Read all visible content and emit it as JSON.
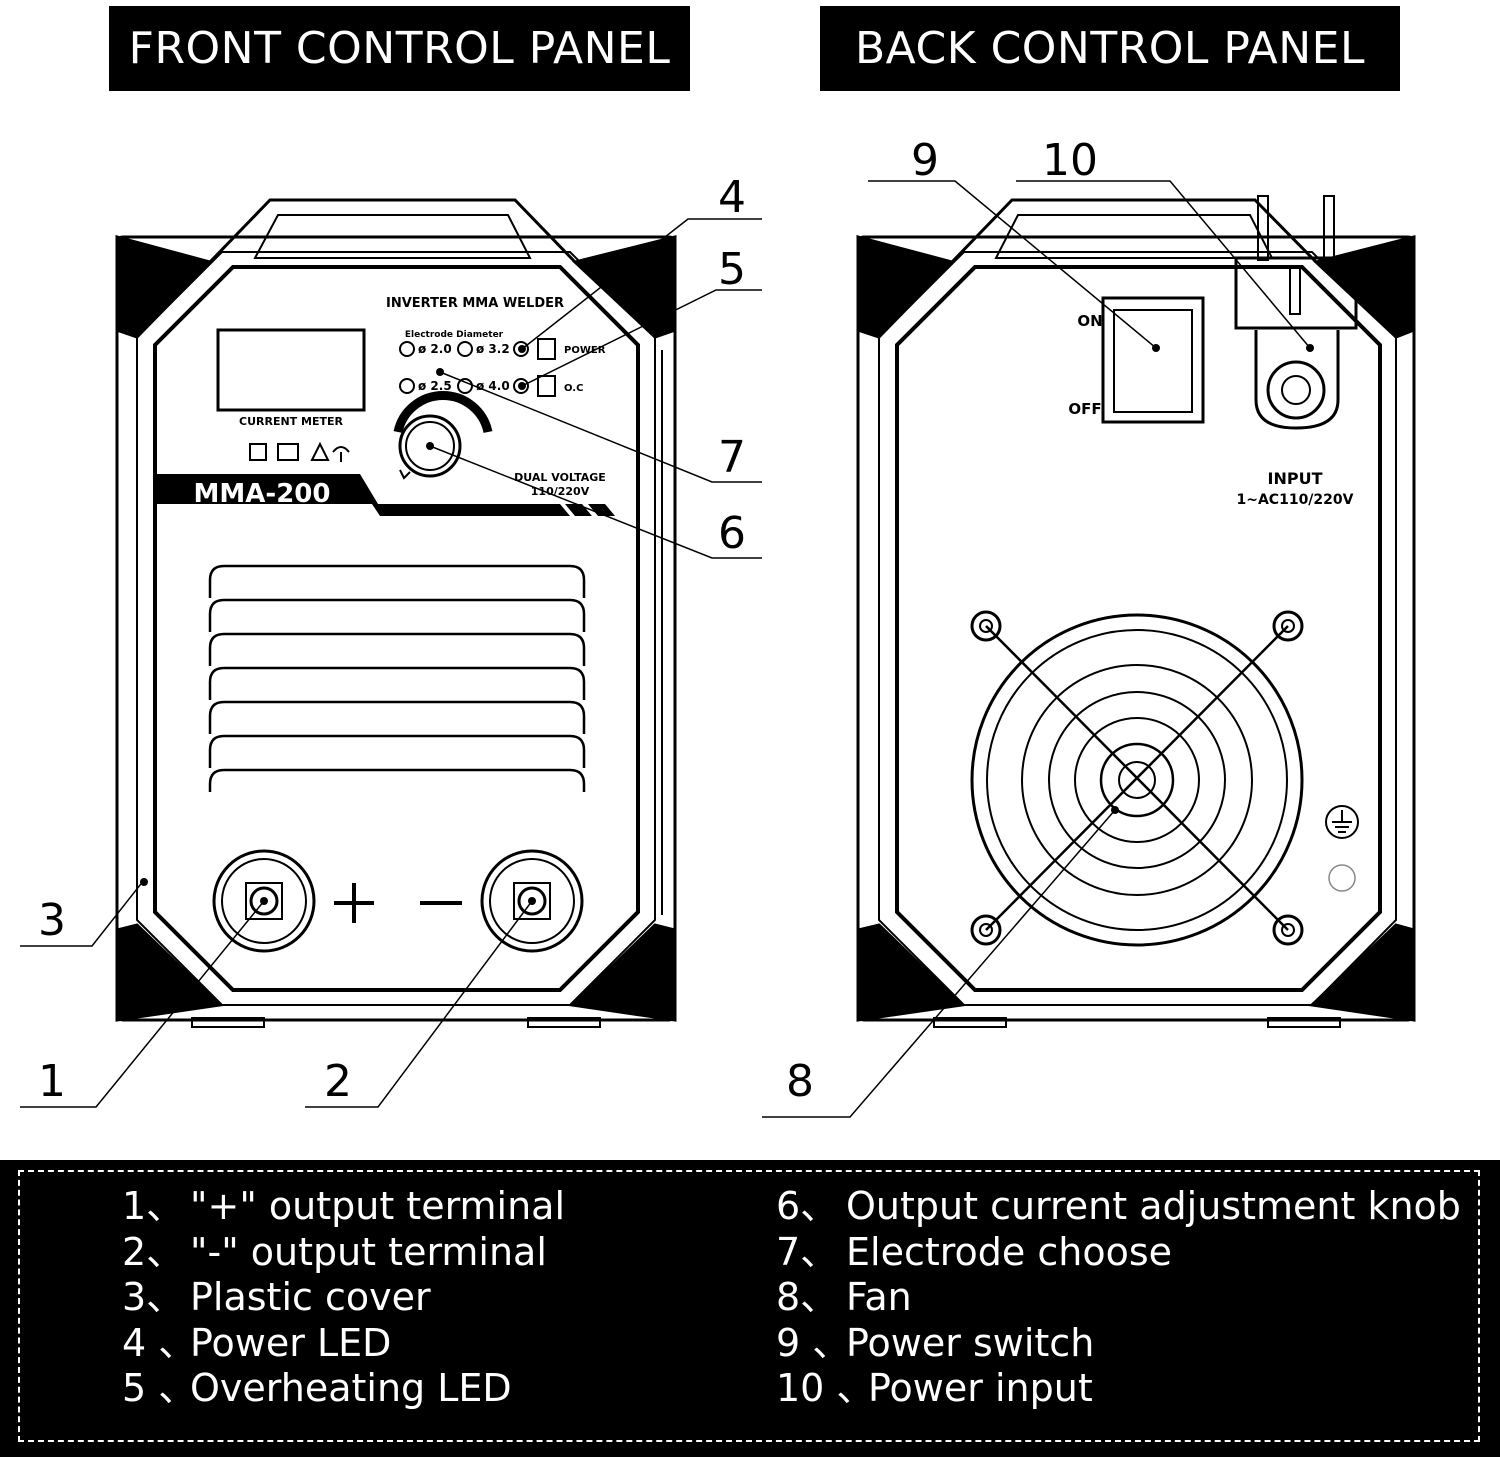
{
  "headers": {
    "front": "FRONT CONTROL PANEL",
    "back": "BACK CONTROL PANEL"
  },
  "front_panel": {
    "title": "INVERTER MMA WELDER",
    "electrode_label": "Electrode Diameter",
    "d1": "ø 2.0",
    "d2": "ø 3.2",
    "d3": "ø 2.5",
    "d4": "ø 4.0",
    "power": "POWER",
    "oc": "O.C",
    "meter": "CURRENT METER",
    "model": "MMA-200",
    "dual_voltage": "DUAL VOLTAGE",
    "voltage": "110/220V",
    "plus": "+",
    "minus": "—"
  },
  "back_panel": {
    "on": "ON",
    "off": "OFF",
    "input": "INPUT",
    "input_spec": "1~AC110/220V"
  },
  "callouts": [
    "1",
    "2",
    "3",
    "4",
    "5",
    "6",
    "7",
    "8",
    "9",
    "10"
  ],
  "legend": {
    "left": [
      {
        "num": "1、",
        "text": "\"+\" output terminal"
      },
      {
        "num": "2、",
        "text": "\"-\" output terminal"
      },
      {
        "num": "3、",
        "text": "Plastic cover"
      },
      {
        "num": "4 、",
        "text": "Power LED"
      },
      {
        "num": "5 、",
        "text": "Overheating LED"
      }
    ],
    "right": [
      {
        "num": "6、",
        "text": "Output current adjustment knob"
      },
      {
        "num": "7、",
        "text": "Electrode choose"
      },
      {
        "num": "8、",
        "text": "Fan"
      },
      {
        "num": "9 、",
        "text": "Power switch"
      },
      {
        "num": "10 、",
        "text": "Power input"
      }
    ]
  }
}
